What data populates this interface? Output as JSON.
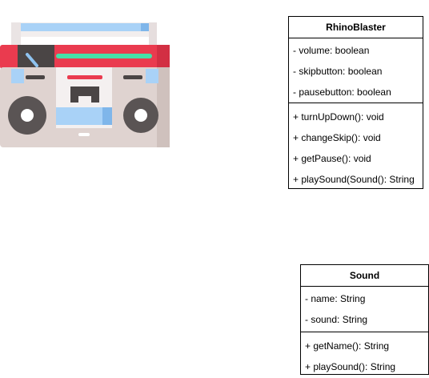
{
  "image": {
    "icon": "boombox-icon"
  },
  "classes": {
    "rhino": {
      "name": "RhinoBlaster",
      "attributes": [
        "- volume: boolean",
        "- skipbutton: boolean",
        "- pausebutton: boolean"
      ],
      "methods": [
        "+ turnUpDown(): void",
        "+ changeSkip(): void",
        "+ getPause(): void",
        "+ playSound(Sound(): String"
      ]
    },
    "sound": {
      "name": "Sound",
      "attributes": [
        "- name: String",
        "- sound: String"
      ],
      "methods": [
        "+ getName(): String",
        "+ playSound(): String"
      ]
    }
  }
}
